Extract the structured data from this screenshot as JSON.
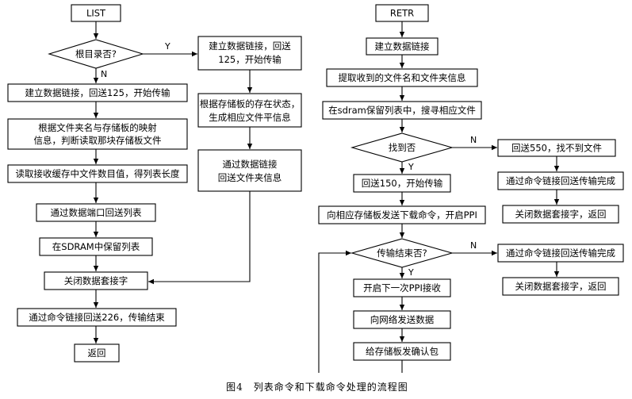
{
  "list": {
    "start": "LIST",
    "decision_root": "根目录否?",
    "yes": "Y",
    "no": "N",
    "no_branch": {
      "step1": "建立数据链接，回送125，开始传输",
      "step2_line1": "根据文件夹名与存储板的映射",
      "step2_line2": "信息，判断读取那块存储板文件",
      "step3": "读取接收缓存中文件数目值，得列表长度",
      "step4": "通过数据端口回送列表",
      "step5": "在SDRAM中保留列表"
    },
    "yes_branch": {
      "step1_line1": "建立数据链接，回送",
      "step1_line2": "125，开始传输",
      "step2_line1": "根据存储板的存在状态，",
      "step2_line2": "生成相应文件平信息",
      "step3_line1": "通过数据链接",
      "step3_line2": "回送文件夹信息"
    },
    "close_socket": "关闭数据套接字",
    "send_226": "通过命令链接回送226，传输结束",
    "return": "返回"
  },
  "retr": {
    "start": "RETR",
    "step1": "建立数据链接",
    "step2": "提取收到的文件名和文件夹信息",
    "step3": "在sdram保留列表中，搜寻相应文件",
    "decision_found": "找到否",
    "yes": "Y",
    "no": "N",
    "not_found": {
      "step1": "回送550，找不到文件",
      "step2": "通过命令链接回送传输完成",
      "step3": "关闭数据套接字，返回"
    },
    "found": {
      "step1": "回送150，开始传输",
      "step2": "向相应存储板发送下载命令，开启PPI"
    },
    "decision_done": "传输结束否?",
    "done_yes": "Y",
    "done_no": "N",
    "done": {
      "step1": "通过命令链接回送传输完成",
      "step2": "关闭数据套接字，返回"
    },
    "loop": {
      "step1": "开启下一次PPI接收",
      "step2": "向网络发送数据",
      "step3": "给存储板发确认包"
    }
  },
  "caption": "图4　列表命令和下载命令处理的流程图"
}
